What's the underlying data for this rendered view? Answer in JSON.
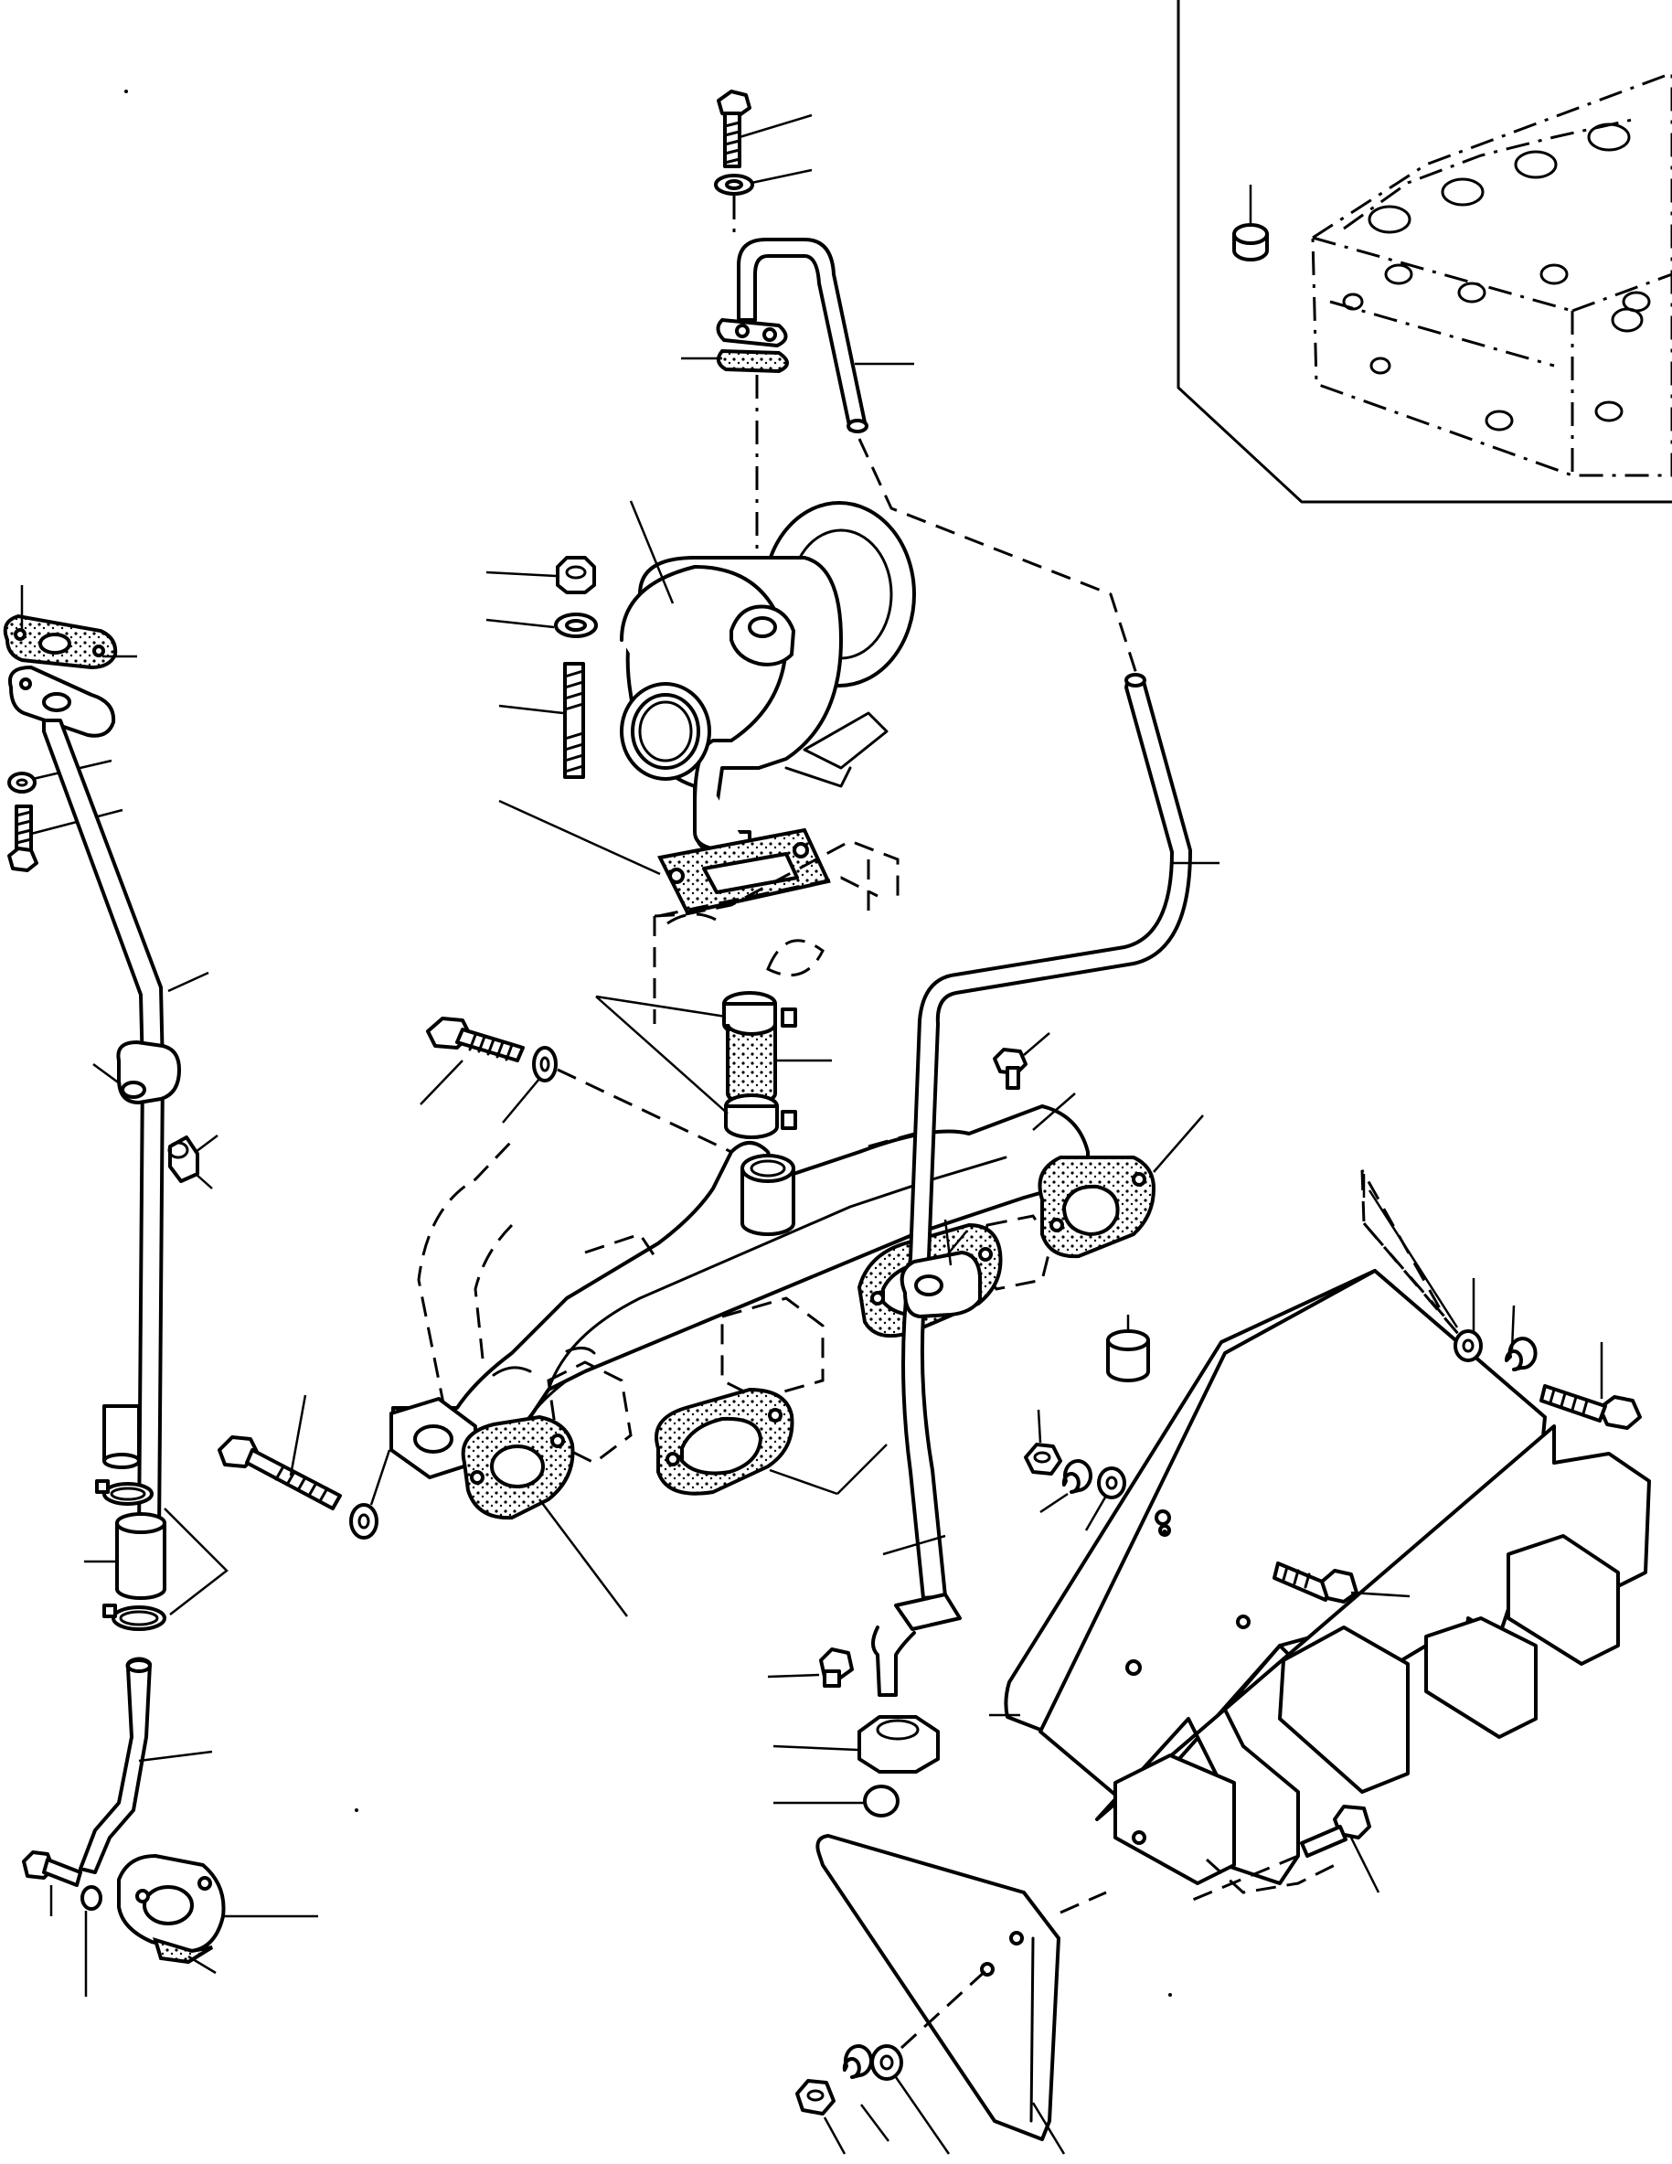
{
  "diagram": {
    "colors": {
      "line": "#000000",
      "background": "#ffffff"
    },
    "groups": [
      {
        "name": "cylinder-head-inset",
        "parts": [
          "plug",
          "cylinder-head"
        ]
      },
      {
        "name": "turbocharger-group",
        "parts": [
          "bolt",
          "washer",
          "oil-feed-pipe",
          "gasket",
          "turbocharger",
          "nut",
          "washer",
          "stud",
          "gasket"
        ]
      },
      {
        "name": "oil-return-line",
        "parts": [
          "gasket",
          "flange-plate",
          "washer",
          "bolt",
          "oil-return-pipe",
          "clip",
          "spacer",
          "hose-clamp",
          "hose",
          "hose-clamp",
          "lower-return-pipe",
          "bolt",
          "washer",
          "flange-gasket"
        ]
      },
      {
        "name": "exhaust-manifold-group",
        "parts": [
          "bolt",
          "washer",
          "hose-clamp",
          "connector-hose",
          "nut",
          "exhaust-manifold",
          "manifold-gaskets",
          "bolt",
          "washer"
        ]
      },
      {
        "name": "oil-feed-line",
        "parts": [
          "pipe",
          "clip",
          "union",
          "adapter",
          "sealing-washer"
        ]
      },
      {
        "name": "heat-shield-group",
        "parts": [
          "bracket",
          "spacer",
          "nut",
          "lock-washer",
          "washer",
          "bolt",
          "heat-shield",
          "bolt",
          "guard-plate",
          "nut",
          "lock-washer",
          "washer"
        ]
      }
    ]
  }
}
